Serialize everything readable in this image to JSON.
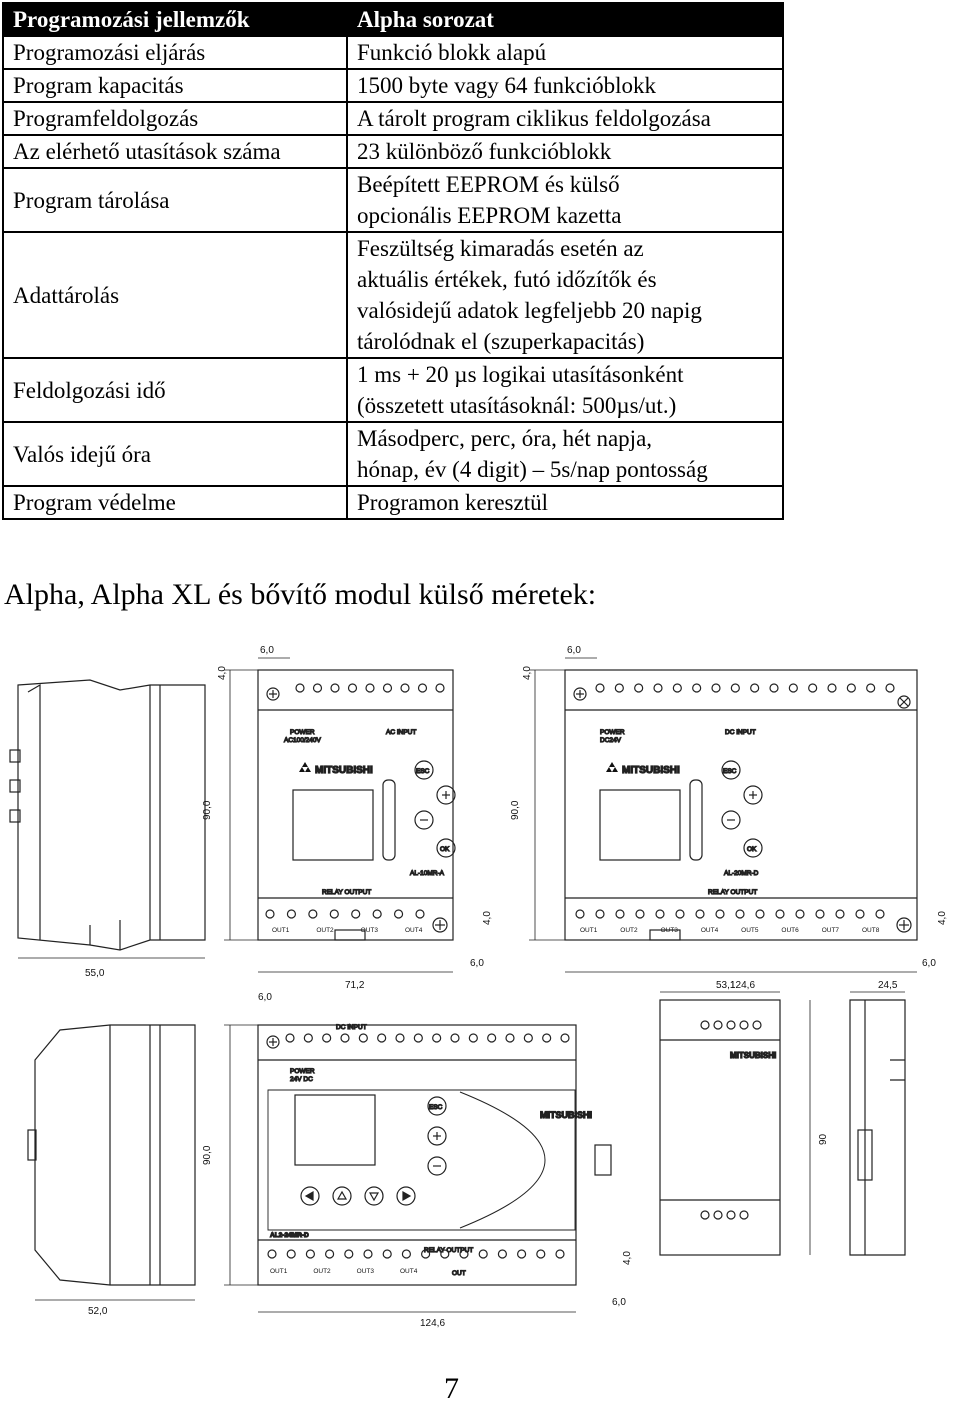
{
  "table": {
    "header": {
      "feature": "Programozási jellemzők",
      "value": "Alpha sorozat"
    },
    "rows": [
      {
        "feature": "Programozási eljárás",
        "value": [
          "Funkció blokk alapú"
        ]
      },
      {
        "feature": "Program kapacitás",
        "value": [
          "1500 byte vagy 64 funkcióblokk"
        ]
      },
      {
        "feature": "Programfeldolgozás",
        "value": [
          "A tárolt program ciklikus feldolgozása"
        ]
      },
      {
        "feature": "Az elérhető utasítások száma",
        "value": [
          "23 különböző funkcióblokk"
        ]
      },
      {
        "feature": "Program tárolása",
        "value": [
          "Beépített EEPROM és külső",
          "opcionális EEPROM kazetta"
        ]
      },
      {
        "feature": "Adattárolás",
        "value": [
          "Feszültség kimaradás esetén az",
          "aktuális értékek, futó időzítők és",
          "valósidejű adatok legfeljebb 20 napig",
          "tárolódnak el (szuperkapacitás)"
        ]
      },
      {
        "feature": "Feldolgozási idő",
        "value": [
          "1 ms + 20 µs logikai utasításonként",
          "(összetett utasításoknál: 500µs/ut.)"
        ]
      },
      {
        "feature": "Valós idejű óra",
        "value": [
          "Másodperc, perc, óra, hét napja,",
          "hónap, év (4 digit) – 5s/nap pontosság"
        ]
      },
      {
        "feature": "Program védelme",
        "value": [
          "Programon keresztül"
        ]
      }
    ]
  },
  "subtitle": "Alpha, Alpha XL és bővítő modul külső méretek:",
  "page_number": "7",
  "drawings": {
    "dims": {
      "h_40_top": "4,0",
      "w_60_top": "6,0",
      "h_900": "90,0",
      "h_40_bot": "4,0",
      "w_60_bot": "6,0",
      "w_550": "55,0",
      "w_712": "71,2",
      "w_1246": "124,6",
      "w_520": "52,0",
      "w_531": "53,1",
      "w_245": "24,5",
      "h_90": "90"
    },
    "unit1": {
      "power": "POWER",
      "power_spec": "AC100/240V",
      "input": "AC INPUT",
      "brand": "MITSUBISHI",
      "model": "AL-10MR-A",
      "output": "RELAY OUTPUT",
      "esc": "ESC",
      "ok": "OK",
      "outs": [
        "OUT1",
        "OUT2",
        "OUT3",
        "OUT4"
      ]
    },
    "unit2": {
      "power": "POWER",
      "power_spec": "DC24V",
      "input": "DC INPUT",
      "brand": "MITSUBISHI",
      "model": "AL-20MR-D",
      "output": "RELAY OUTPUT",
      "esc": "ESC",
      "ok": "OK",
      "outs": [
        "OUT1",
        "OUT2",
        "OUT3",
        "OUT4",
        "OUT5",
        "OUT6",
        "OUT7",
        "OUT8"
      ]
    },
    "unit3": {
      "power": "POWER",
      "power_spec": "24V DC",
      "input": "DC INPUT",
      "brand": "MITSUBISHI",
      "model": "AL2-24MR-D",
      "output": "RELAY OUTPUT",
      "out_com": "OUT",
      "esc": "ESC",
      "outs": [
        "OUT1",
        "OUT2",
        "OUT3",
        "OUT4"
      ]
    },
    "unit4": {
      "brand": "MITSUBISHI"
    }
  }
}
